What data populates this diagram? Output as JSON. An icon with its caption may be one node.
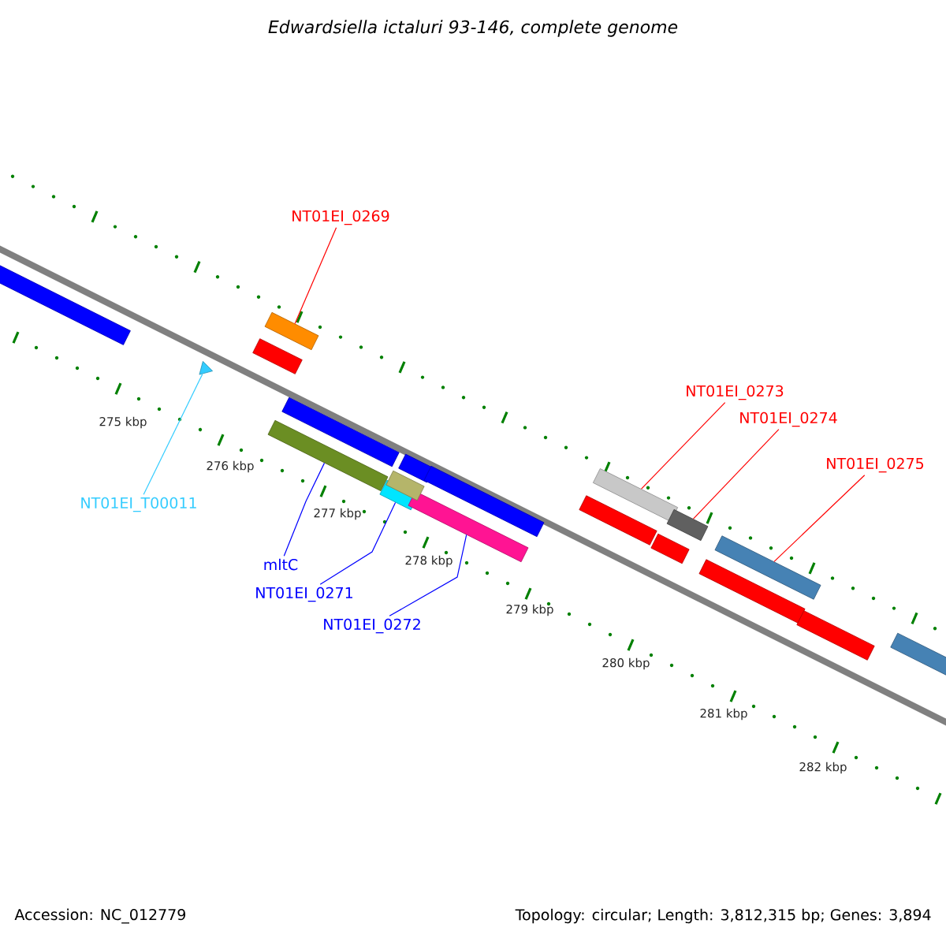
{
  "diagram": {
    "title": "Edwardsiella ictaluri 93-146, complete genome",
    "nodes": [
      {
        "text": [
          "NT01EI_0269"
        ]
      },
      {
        "text": [],
        "shape": "bar"
      },
      {
        "text": [
          "NT01EI_T00011"
        ]
      },
      {
        "text": [],
        "shape": "triangle"
      },
      {
        "text": [
          "mltC"
        ]
      },
      {
        "text": [],
        "shape": "bar"
      },
      {
        "text": [
          "NT01EI_0271"
        ]
      },
      {
        "text": [],
        "shape": "bar"
      },
      {
        "text": [
          "NT01EI_0272"
        ]
      },
      {
        "text": [],
        "shape": "bar"
      },
      {
        "text": [
          "NT01EI_0273"
        ]
      },
      {
        "text": [],
        "shape": "bar"
      },
      {
        "text": [
          "NT01EI_0274"
        ]
      },
      {
        "text": [],
        "shape": "bar"
      },
      {
        "text": [
          "NT01EI_0275"
        ]
      },
      {
        "text": [],
        "shape": "bar"
      },
      {
        "text": [],
        "shape": "bar"
      },
      {
        "text": [],
        "shape": "bar"
      },
      {
        "text": [],
        "shape": "bar"
      },
      {
        "text": [],
        "shape": "bar"
      },
      {
        "text": [],
        "shape": "bar"
      },
      {
        "text": [],
        "shape": "bar"
      },
      {
        "text": [],
        "shape": "bar"
      },
      {
        "text": [],
        "shape": "bar"
      },
      {
        "text": [],
        "shape": "bar"
      },
      {
        "text": [],
        "shape": "bar"
      },
      {
        "text": [],
        "shape": "bar"
      }
    ],
    "edges": [
      {
        "from": 0,
        "to": 1,
        "arrow": "none"
      },
      {
        "from": 2,
        "to": 3,
        "arrow": "none",
        "color": "#33ccff"
      },
      {
        "from": 4,
        "to": 5,
        "arrow": "none",
        "color": "#0000ff"
      },
      {
        "from": 6,
        "to": 7,
        "arrow": "none",
        "color": "#0000ff"
      },
      {
        "from": 8,
        "to": 9,
        "arrow": "none",
        "color": "#0000ff"
      },
      {
        "from": 10,
        "to": 11,
        "arrow": "none"
      },
      {
        "from": 12,
        "to": 13,
        "arrow": "none"
      },
      {
        "from": 14,
        "to": 15,
        "arrow": "none"
      }
    ],
    "labels": [
      "275 kbp",
      "276 kbp",
      "277 kbp",
      "278 kbp",
      "279 kbp",
      "280 kbp",
      "281 kbp",
      "282 kbp",
      "Accession: NC_012779",
      "Topology: circular; Length: 3,812,315 bp; Genes: 3,894"
    ]
  }
}
